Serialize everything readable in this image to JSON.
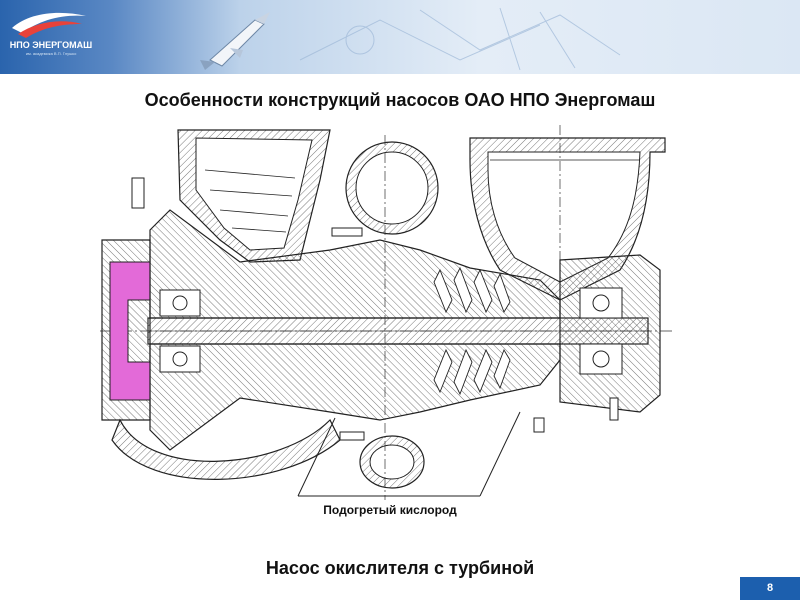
{
  "header": {
    "logo_text": "НПО ЭНЕРГОМАШ",
    "logo_subtext": "им. академика В.П. Глушко"
  },
  "slide": {
    "title": "Особенности конструкций насосов ОАО НПО Энергомаш",
    "callout_label": "Подогретый кислород",
    "caption": "Насос  окислителя с турбиной",
    "page_number": "8"
  },
  "colors": {
    "header_blue": "#1c5fae",
    "header_light": "#d6e4f3",
    "page_badge": "#1c5fae",
    "magenta_part": "#e36ad8",
    "hatch": "#555555"
  },
  "icons": [
    "rocket-icon",
    "logo-swoosh-icon"
  ]
}
